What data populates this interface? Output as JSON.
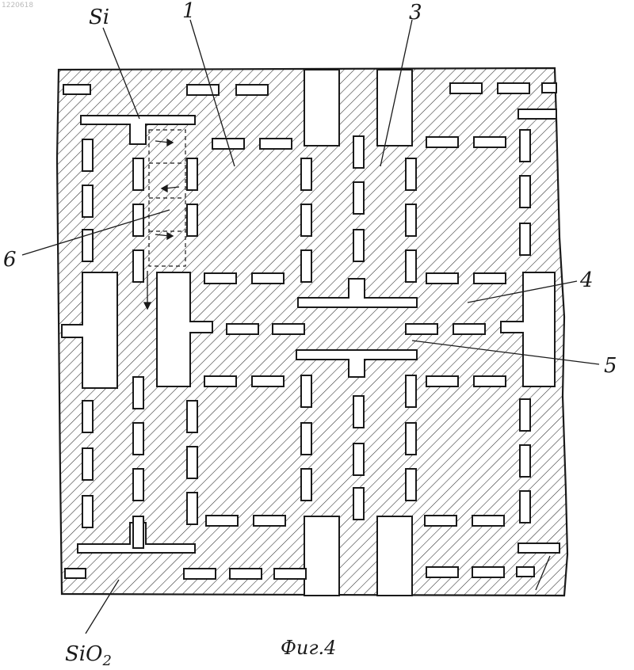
{
  "figure": {
    "caption": "Фиг.4",
    "corner_mark": "1220618",
    "colors": {
      "ink": "#1a1a1a",
      "paper": "#ffffff",
      "hatch": "#2a2a2a"
    }
  },
  "labels": {
    "si": "Si",
    "sio2_main": "SiO",
    "sio2_sub": "2",
    "n1": "1",
    "n3": "3",
    "n4": "4",
    "n5": "5",
    "n6": "6"
  }
}
